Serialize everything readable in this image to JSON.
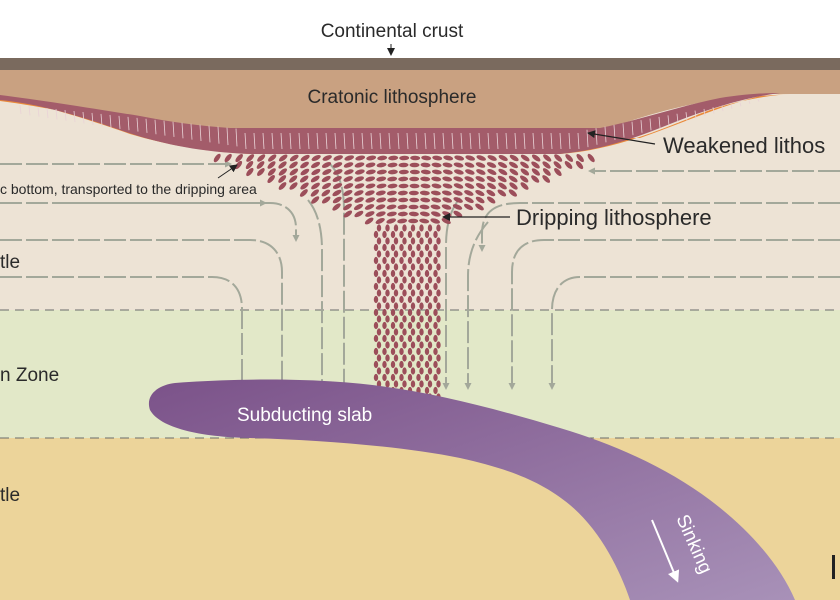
{
  "labels": {
    "continental_crust": "Continental crust",
    "cratonic_lithosphere": "Cratonic lithosphere",
    "weakened_lithosphere": "Weakened lithos",
    "transport_note": "c bottom, transported to the dripping area",
    "dripping_lithosphere": "Dripping lithosphere",
    "upper_mantle": "tle",
    "transition_zone": "n Zone",
    "lower_mantle": "tle",
    "subducting_slab": "Subducting slab",
    "sinking": "Sinking"
  },
  "colors": {
    "crust": "#7a6a5e",
    "cratonic_lithosphere": "#c9a181",
    "upper_mantle": "#ede3d5",
    "transition_zone": "#e2e8c8",
    "lower_mantle": "#ecd49a",
    "weakened_lithosphere": "#a35c6a",
    "weakened_edge": "#ea8a3a",
    "drip_blob": "#9c4e5a",
    "flow_arrow": "#a3a89a",
    "slab": "#8a6a9a"
  }
}
